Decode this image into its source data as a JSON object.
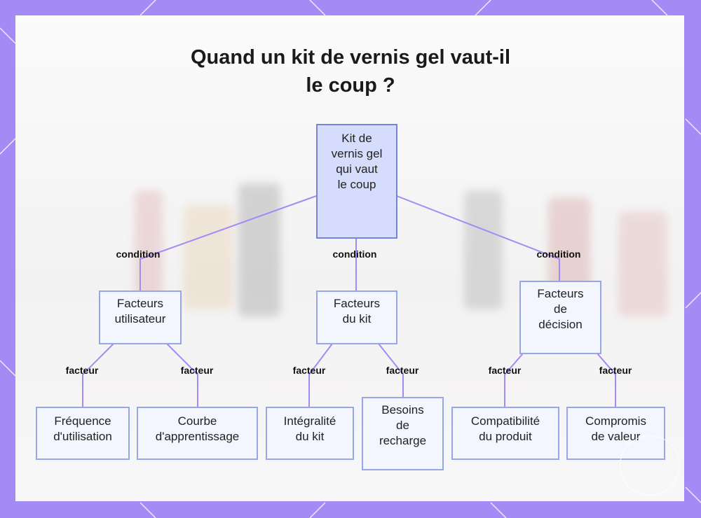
{
  "title": {
    "line1": "Quand un kit de vernis gel vaut-il",
    "line2": "le coup ?"
  },
  "root": {
    "label": "Kit de\nvernis gel\nqui vaut\nle coup"
  },
  "branches": [
    {
      "edge_label": "condition",
      "label": "Facteurs\nutilisateur",
      "children": [
        {
          "edge_label": "facteur",
          "label": "Fréquence\nd'utilisation"
        },
        {
          "edge_label": "facteur",
          "label": "Courbe\nd'apprentissage"
        }
      ]
    },
    {
      "edge_label": "condition",
      "label": "Facteurs\ndu kit",
      "children": [
        {
          "edge_label": "facteur",
          "label": "Intégralité\ndu kit"
        },
        {
          "edge_label": "facteur",
          "label": "Besoins\nde\nrecharge"
        }
      ]
    },
    {
      "edge_label": "condition",
      "label": "Facteurs\nde\ndécision",
      "children": [
        {
          "edge_label": "facteur",
          "label": "Compatibilité\ndu produit"
        },
        {
          "edge_label": "facteur",
          "label": "Compromis\nde valeur"
        }
      ]
    }
  ],
  "colors": {
    "frame": "#a48af4",
    "edge": "#a48af4",
    "node_fill": "#f4f6ff",
    "node_border": "#97a6e6",
    "root_fill": "#d6dcfb"
  }
}
